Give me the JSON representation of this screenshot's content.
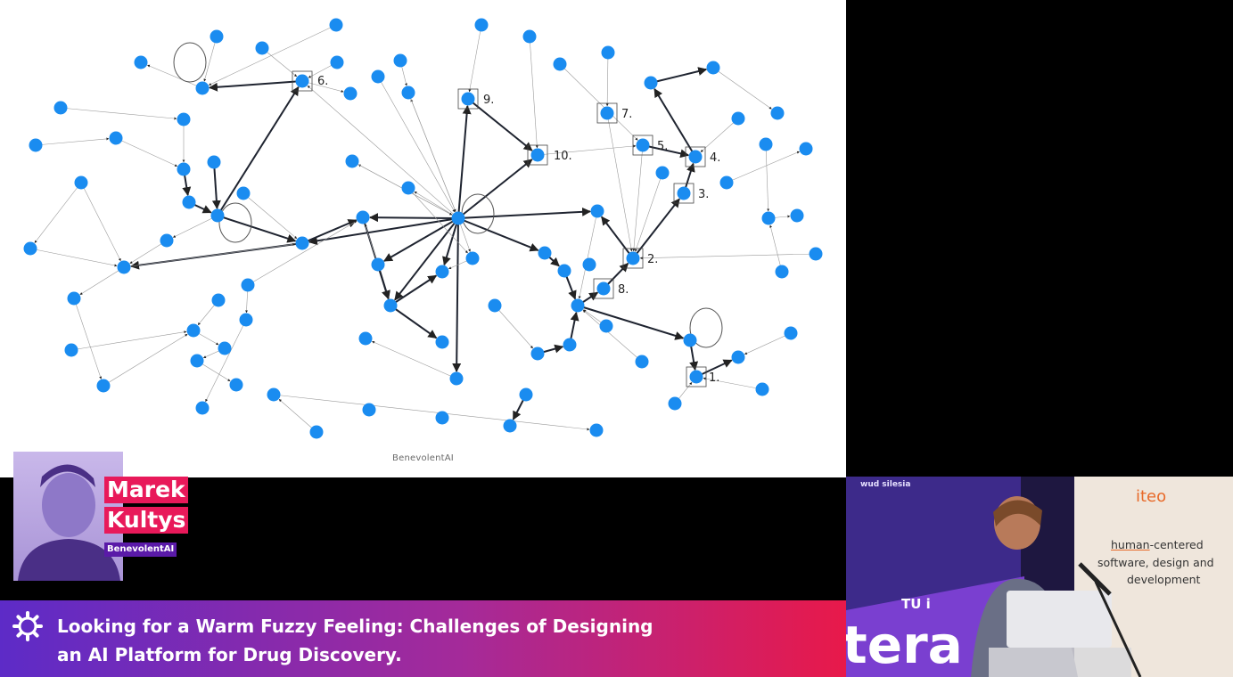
{
  "slide": {
    "footer": "BenevolentAI",
    "node_labels": [
      "1.",
      "2.",
      "3.",
      "4.",
      "5.",
      "6.",
      "7.",
      "8.",
      "9.",
      "10."
    ]
  },
  "speaker": {
    "first_name": "Marek",
    "last_name": "Kultys",
    "company": "BenevolentAI"
  },
  "talk": {
    "title_line1": "Looking for a Warm Fuzzy Feeling: Challenges of Designing",
    "title_line2": "an AI Platform for Drug Discovery."
  },
  "camera": {
    "event_label": "wud silesia",
    "banner_small": "TU i",
    "banner_big": "tera",
    "sponsor_brand": "iteo",
    "sponsor_tagline_underlined": "human",
    "sponsor_tagline_rest": "-centered",
    "sponsor_tagline_2": "software, design and",
    "sponsor_tagline_3": "development"
  },
  "colors": {
    "node": "#1a8cf0",
    "accent_pink": "#e8195a",
    "accent_purple": "#5d2bc7",
    "sponsor_orange": "#e86a2a"
  }
}
